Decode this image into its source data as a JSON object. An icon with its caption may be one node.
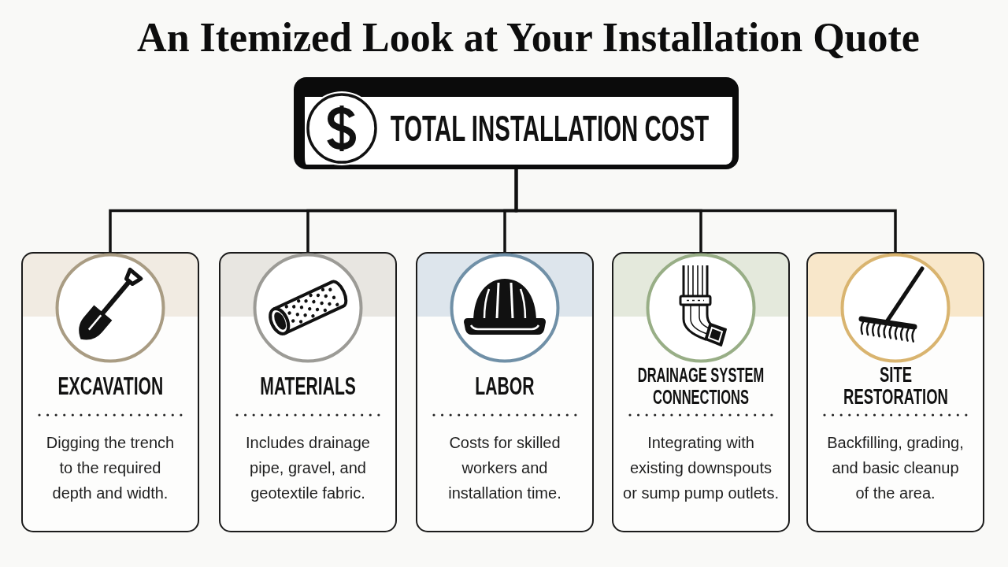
{
  "diagram": {
    "title": "An Itemized Look at Your Installation Quote",
    "nodes": [
      {
        "text": [
          "TOTAL INSTALLATION COST"
        ]
      },
      {
        "text": [
          "EXCAVATION",
          "Digging the trench to the required depth and width."
        ]
      },
      {
        "text": [
          "MATERIALS",
          "Includes drainage pipe, gravel, and geotextile fabric."
        ]
      },
      {
        "text": [
          "LABOR",
          "Costs for skilled workers and installation time."
        ]
      },
      {
        "text": [
          "DRAINAGE SYSTEM CONNECTIONS",
          "Integrating with existing downspouts or sump pump outlets."
        ]
      },
      {
        "text": [
          "SITE RESTORATION",
          "Backfilling, grading, and basic cleanup of the area."
        ]
      }
    ],
    "edges": [
      {
        "from": 0,
        "to": 1,
        "arrow": "none"
      },
      {
        "from": 0,
        "to": 2,
        "arrow": "none"
      },
      {
        "from": 0,
        "to": 3,
        "arrow": "none"
      },
      {
        "from": 0,
        "to": 4,
        "arrow": "none"
      },
      {
        "from": 0,
        "to": 5,
        "arrow": "none"
      }
    ]
  }
}
